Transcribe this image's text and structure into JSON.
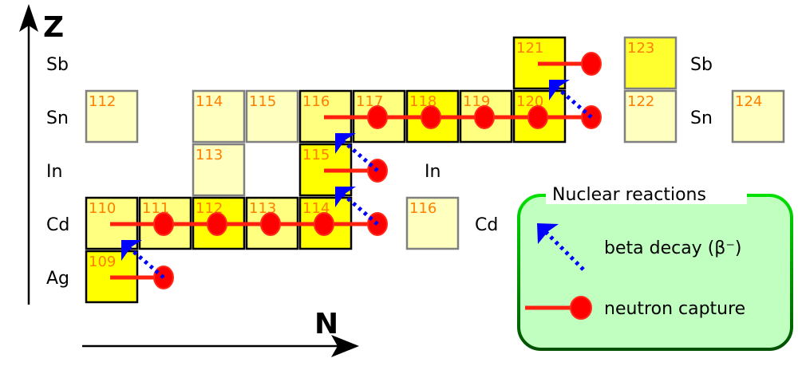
{
  "axes": {
    "z_label": "Z",
    "n_label": "N"
  },
  "colors": {
    "stable_fill": "#ffff00",
    "stable_light_fill": "#ffff80",
    "unstable_fill": "#ffffc0",
    "stable_stroke": "#000000",
    "unstable_stroke": "#808080",
    "isotope_number": "#ff7f00",
    "neutron_capture": "#ff0000",
    "beta_decay": "#0000ff",
    "legend_fill": "#c0ffc0",
    "legend_border_top": "#00e000",
    "legend_border_bottom": "#005000"
  },
  "row_labels": [
    {
      "element": "Sb",
      "row": 0,
      "side": "left"
    },
    {
      "element": "Sn",
      "row": 1,
      "side": "left"
    },
    {
      "element": "In",
      "row": 2,
      "side": "left"
    },
    {
      "element": "Cd",
      "row": 3,
      "side": "left"
    },
    {
      "element": "Ag",
      "row": 4,
      "side": "left"
    },
    {
      "element": "Sb",
      "row": 0,
      "side": "right"
    },
    {
      "element": "Sn",
      "row": 1,
      "side": "right"
    },
    {
      "element": "In",
      "row": 2,
      "side": "mid"
    },
    {
      "element": "Cd",
      "row": 3,
      "side": "mid"
    }
  ],
  "isotopes": [
    {
      "element": "Ag",
      "mass": "109",
      "row": 4,
      "col": 0,
      "style": "stable"
    },
    {
      "element": "Cd",
      "mass": "110",
      "row": 3,
      "col": 0,
      "style": "light"
    },
    {
      "element": "Cd",
      "mass": "111",
      "row": 3,
      "col": 1,
      "style": "light"
    },
    {
      "element": "Cd",
      "mass": "112",
      "row": 3,
      "col": 2,
      "style": "stable"
    },
    {
      "element": "Cd",
      "mass": "113",
      "row": 3,
      "col": 3,
      "style": "light"
    },
    {
      "element": "Cd",
      "mass": "114",
      "row": 3,
      "col": 4,
      "style": "stable"
    },
    {
      "element": "Cd",
      "mass": "116",
      "row": 3,
      "col": 6,
      "style": "pale"
    },
    {
      "element": "In",
      "mass": "113",
      "row": 2,
      "col": 2,
      "style": "pale"
    },
    {
      "element": "In",
      "mass": "115",
      "row": 2,
      "col": 4,
      "style": "stable"
    },
    {
      "element": "Sn",
      "mass": "112",
      "row": 1,
      "col": 0,
      "style": "pale"
    },
    {
      "element": "Sn",
      "mass": "114",
      "row": 1,
      "col": 2,
      "style": "pale"
    },
    {
      "element": "Sn",
      "mass": "115",
      "row": 1,
      "col": 3,
      "style": "pale"
    },
    {
      "element": "Sn",
      "mass": "116",
      "row": 1,
      "col": 4,
      "style": "light"
    },
    {
      "element": "Sn",
      "mass": "117",
      "row": 1,
      "col": 5,
      "style": "light"
    },
    {
      "element": "Sn",
      "mass": "118",
      "row": 1,
      "col": 6,
      "style": "stable"
    },
    {
      "element": "Sn",
      "mass": "119",
      "row": 1,
      "col": 7,
      "style": "light"
    },
    {
      "element": "Sn",
      "mass": "120",
      "row": 1,
      "col": 8,
      "style": "stable"
    },
    {
      "element": "Sn",
      "mass": "122",
      "row": 1,
      "col": 10,
      "style": "pale"
    },
    {
      "element": "Sn",
      "mass": "124",
      "row": 1,
      "col": 12,
      "style": "pale"
    },
    {
      "element": "Sb",
      "mass": "121",
      "row": 0,
      "col": 8,
      "style": "stable"
    },
    {
      "element": "Sb",
      "mass": "123",
      "row": 0,
      "col": 10,
      "style": "stable-grey"
    }
  ],
  "neutron_captures": [
    {
      "row": 4,
      "from_col": 0,
      "to_col": 1
    },
    {
      "row": 3,
      "from_col": 0,
      "to_col": 5,
      "dots_at": [
        1,
        2,
        3,
        4,
        5
      ]
    },
    {
      "row": 2,
      "from_col": 4,
      "to_col": 5
    },
    {
      "row": 1,
      "from_col": 4,
      "to_col": 9,
      "dots_at": [
        5,
        6,
        7,
        8,
        9
      ]
    },
    {
      "row": 0,
      "from_col": 8,
      "to_col": 9
    }
  ],
  "beta_decays": [
    {
      "from_row": 4,
      "from_col": 1,
      "to_row": 3,
      "to_col": 0
    },
    {
      "from_row": 3,
      "from_col": 5,
      "to_row": 2,
      "to_col": 4
    },
    {
      "from_row": 2,
      "from_col": 5,
      "to_row": 1,
      "to_col": 4
    },
    {
      "from_row": 1,
      "from_col": 9,
      "to_row": 0,
      "to_col": 8
    }
  ],
  "legend": {
    "title": "Nuclear reactions",
    "items": [
      {
        "icon": "beta-decay-arrow-icon",
        "label": "beta decay (β⁻)"
      },
      {
        "icon": "neutron-capture-icon",
        "label": "neutron capture"
      }
    ]
  }
}
